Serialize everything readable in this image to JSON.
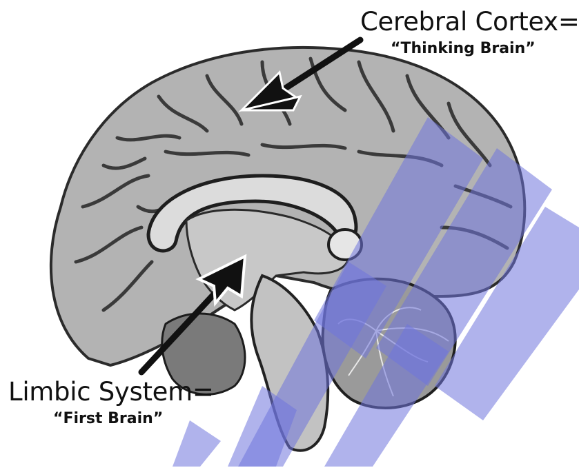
{
  "labels": {
    "cortex_title": "Cerebral Cortex=",
    "cortex_subtitle": "“Thinking Brain”",
    "limbic_title": "Limbic System=",
    "limbic_subtitle": "“First Brain”"
  },
  "colors": {
    "background": "#ffffff",
    "cortex_gray": "#b3b3b3",
    "sulci_dark": "#3a3a3a",
    "corpus_callosum": "#dcdcdc",
    "overlay_blue": "#6f74dc",
    "arrow": "#111111"
  }
}
